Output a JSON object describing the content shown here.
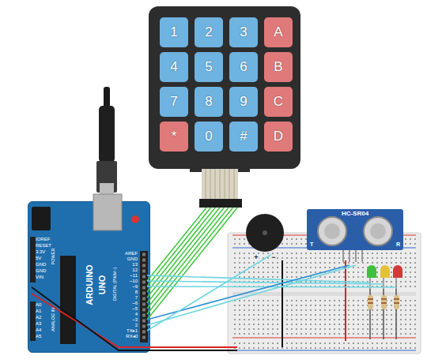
{
  "diagram": {
    "nodes": [
      {
        "text": [
          "ARDUINO",
          "UNO"
        ]
      },
      {
        "text": [
          "HC-SR04",
          "T",
          "R"
        ]
      },
      {
        "text": [
          "1"
        ]
      },
      {
        "text": [
          "2"
        ]
      },
      {
        "text": [
          "3"
        ]
      },
      {
        "text": [
          "A"
        ]
      },
      {
        "text": [
          "4"
        ]
      },
      {
        "text": [
          "5"
        ]
      },
      {
        "text": [
          "6"
        ]
      },
      {
        "text": [
          "B"
        ]
      },
      {
        "text": [
          "7"
        ]
      },
      {
        "text": [
          "8"
        ]
      },
      {
        "text": [
          "9"
        ]
      },
      {
        "text": [
          "C"
        ]
      },
      {
        "text": [
          "*"
        ]
      },
      {
        "text": [
          "0"
        ]
      },
      {
        "text": [
          "#"
        ]
      },
      {
        "text": [
          "D"
        ]
      }
    ],
    "labels": [
      "IOREF",
      "RESET",
      "3.3V",
      "5V",
      "GND",
      "GND",
      "VIN",
      "POWER",
      "A0",
      "A1",
      "A2",
      "A3",
      "A4",
      "A5",
      "ANALOG IN",
      "AREF",
      "GND",
      "13",
      "12",
      "~11",
      "~10",
      "~9",
      "8",
      "7",
      "~6",
      "~5",
      "4",
      "~3",
      "2",
      "TX▸1",
      "RX◂0",
      "DIGITAL (PWM~)",
      "+",
      "−"
    ]
  }
}
